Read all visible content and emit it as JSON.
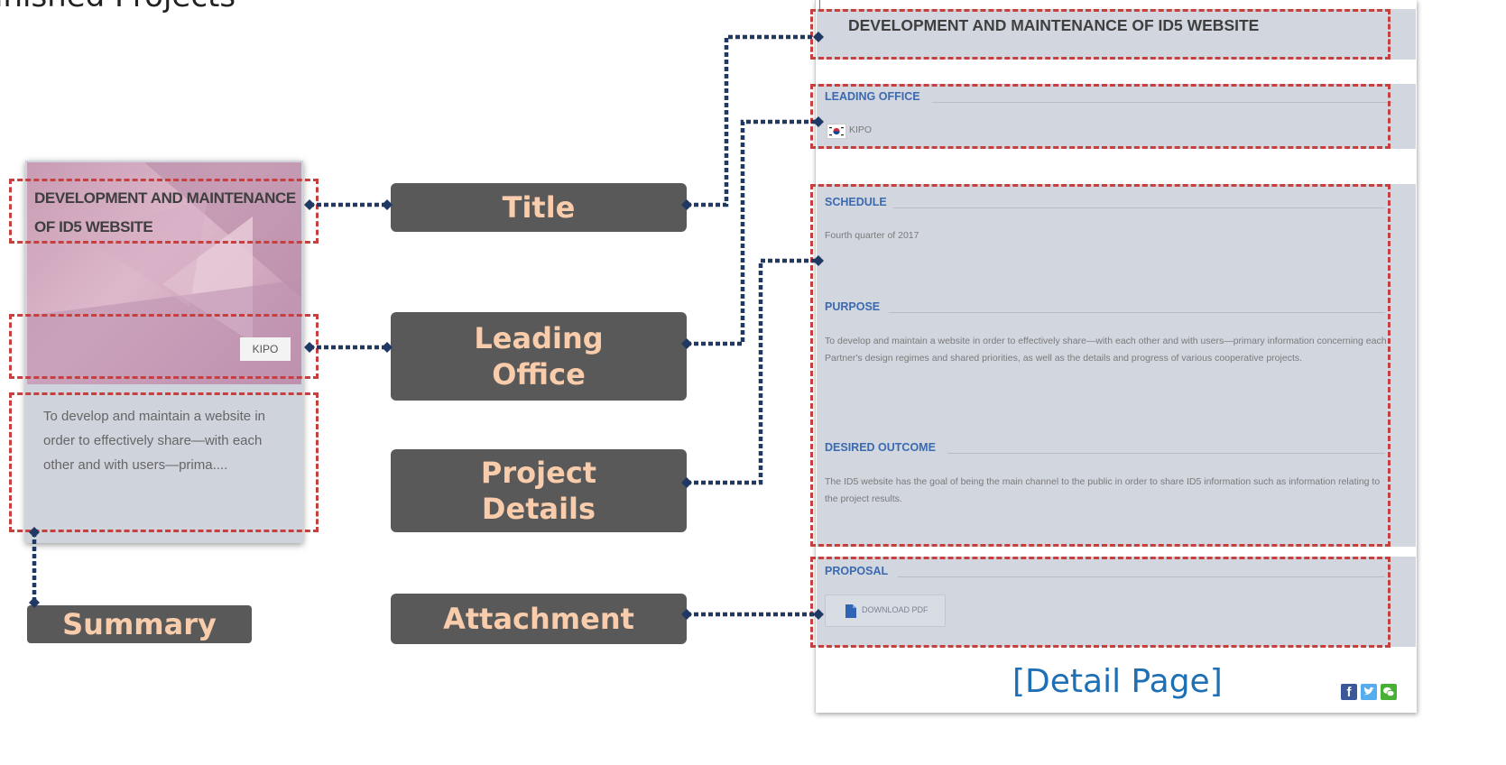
{
  "page": {
    "heading_fragment": "inished Projects"
  },
  "summary_card": {
    "title": "DEVELOPMENT AND MAINTENANCE OF ID5 WEBSITE",
    "office": "KIPO",
    "description": "To develop and maintain a website in order to effectively share—with each other and with users—prima...."
  },
  "labels": {
    "title": "Title",
    "leading_office": "Leading Office",
    "project_details": "Project Details",
    "attachment": "Attachment",
    "summary": "Summary"
  },
  "detail_page": {
    "title": "DEVELOPMENT AND MAINTENANCE OF ID5 WEBSITE",
    "leading_office_heading": "LEADING OFFICE",
    "leading_office_value": "KIPO",
    "schedule_heading": "SCHEDULE",
    "schedule_value": "Fourth quarter of 2017",
    "purpose_heading": "PURPOSE",
    "purpose_value": "To develop and maintain a website in order to effectively share—with each other and with users—primary information concerning each Partner's design regimes and shared priorities, as well as the details and progress of various cooperative projects.",
    "outcome_heading": "DESIRED OUTCOME",
    "outcome_value": "The ID5 website has the goal of being the main channel to the public in order to share ID5 information such as information relating to the project results.",
    "proposal_heading": "PROPOSAL",
    "download_label": "DOWNLOAD PDF",
    "caption": "[Detail Page]"
  },
  "share_icons": [
    "facebook-icon",
    "twitter-icon",
    "wechat-icon"
  ],
  "colors": {
    "label_bg": "#595959",
    "label_text": "#f9ccab",
    "highlight_dash": "#c5403f",
    "connector": "#1f3864",
    "caption": "#1f6fb5",
    "section_heading": "#3b6ab0"
  }
}
